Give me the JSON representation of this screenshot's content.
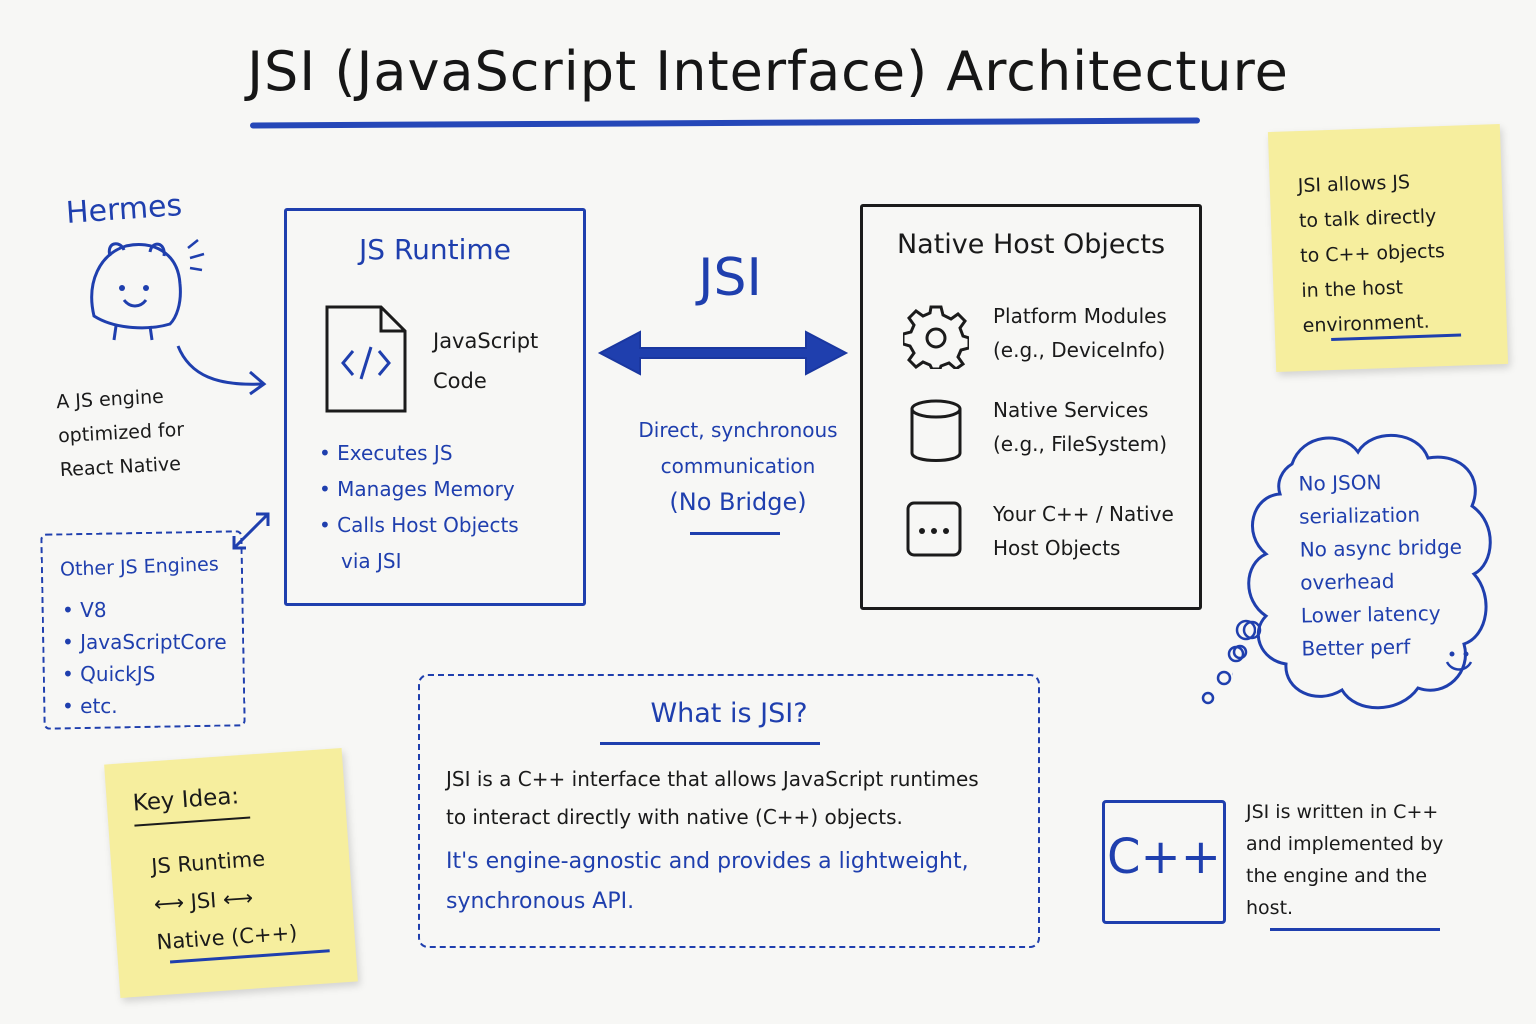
{
  "title": "JSI (JavaScript Interface) Architecture",
  "hermes": {
    "label": "Hermes",
    "desc_lines": [
      "A JS engine",
      "optimized for",
      "React Native"
    ]
  },
  "js_runtime": {
    "title": "JS Runtime",
    "code_label_lines": [
      "JavaScript",
      "Code"
    ],
    "bullets": [
      "Executes JS",
      "Manages Memory",
      "Calls Host Objects"
    ],
    "bullet_continuation": "via JSI"
  },
  "bridge": {
    "label": "JSI",
    "desc_lines": [
      "Direct, synchronous",
      "communication"
    ],
    "no_bridge": "(No Bridge)"
  },
  "native": {
    "title": "Native Host Objects",
    "items": [
      {
        "icon": "gear-icon",
        "lines": [
          "Platform Modules",
          "(e.g., DeviceInfo)"
        ]
      },
      {
        "icon": "database-icon",
        "lines": [
          "Native Services",
          "(e.g., FileSystem)"
        ]
      },
      {
        "icon": "ellipsis-icon",
        "lines": [
          "Your C++ / Native",
          "Host Objects"
        ]
      }
    ]
  },
  "note_top": {
    "lines": [
      "JSI allows JS",
      "to talk directly",
      "to C++ objects",
      "in the host",
      "environment."
    ]
  },
  "cloud": {
    "lines": [
      "No JSON",
      "serialization",
      "No async bridge",
      "overhead",
      "Lower latency",
      "Better perf"
    ]
  },
  "other_engines": {
    "title": "Other JS Engines",
    "items": [
      "V8",
      "JavaScriptCore",
      "QuickJS",
      "etc."
    ]
  },
  "key_idea": {
    "title": "Key Idea:",
    "lines": [
      "JS Runtime",
      "⟷ JSI ⟷",
      "Native (C++)"
    ]
  },
  "what_is": {
    "title": "What is JSI?",
    "p1_lines": [
      "JSI is a C++ interface that allows JavaScript runtimes",
      "to interact directly with native (C++) objects."
    ],
    "p2_lines": [
      "It's engine-agnostic and provides a lightweight,",
      "synchronous API."
    ]
  },
  "cpp": {
    "label": "C++",
    "lines": [
      "JSI is written in C++",
      "and implemented by",
      "the engine and the",
      "host."
    ]
  },
  "colors": {
    "accent": "#1f3fae",
    "ink": "#1b1b1b",
    "sticky": "#f6ee9e",
    "board": "#f7f7f5"
  }
}
